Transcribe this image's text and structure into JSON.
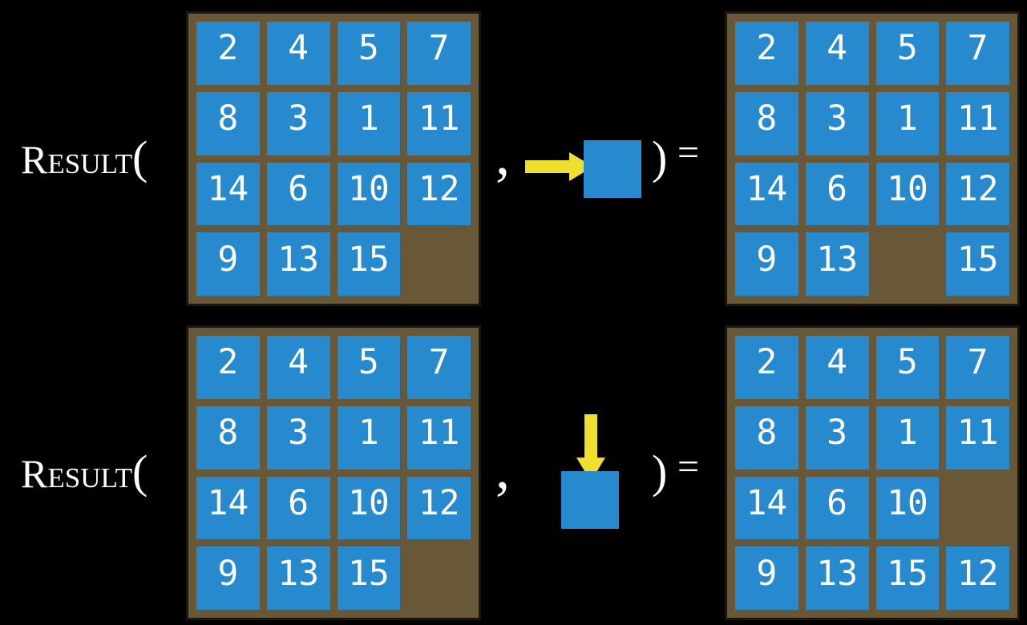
{
  "colors": {
    "background": "#000000",
    "board_brown": "#685837",
    "board_border": "#1a150e",
    "tile_blue": "#2789ce",
    "arrow_yellow": "#f0df2f",
    "text_white": "#ffffff"
  },
  "labels": {
    "result_big": "R",
    "result_small": "ESULT",
    "open_paren": "(",
    "comma": ",",
    "close_paren": ")",
    "equals": "="
  },
  "rows": [
    {
      "action": "slide-right",
      "action_icon": "yellow-arrow-right-icon",
      "input_grid": [
        [
          "2",
          "4",
          "5",
          "7"
        ],
        [
          "8",
          "3",
          "1",
          "11"
        ],
        [
          "14",
          "6",
          "10",
          "12"
        ],
        [
          "9",
          "13",
          "15",
          ""
        ]
      ],
      "output_grid": [
        [
          "2",
          "4",
          "5",
          "7"
        ],
        [
          "8",
          "3",
          "1",
          "11"
        ],
        [
          "14",
          "6",
          "10",
          "12"
        ],
        [
          "9",
          "13",
          "",
          "15"
        ]
      ]
    },
    {
      "action": "slide-down",
      "action_icon": "yellow-arrow-down-icon",
      "input_grid": [
        [
          "2",
          "4",
          "5",
          "7"
        ],
        [
          "8",
          "3",
          "1",
          "11"
        ],
        [
          "14",
          "6",
          "10",
          "12"
        ],
        [
          "9",
          "13",
          "15",
          ""
        ]
      ],
      "output_grid": [
        [
          "2",
          "4",
          "5",
          "7"
        ],
        [
          "8",
          "3",
          "1",
          "11"
        ],
        [
          "14",
          "6",
          "10",
          ""
        ],
        [
          "9",
          "13",
          "15",
          "12"
        ]
      ]
    }
  ]
}
